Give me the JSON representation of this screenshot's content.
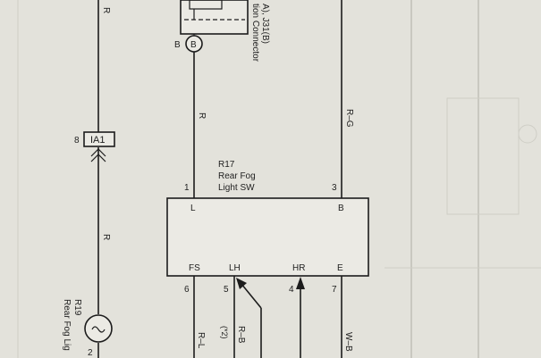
{
  "top_connector": {
    "rotated_text_line1": "A), J31(B)",
    "rotated_text_line2": "tion Connector",
    "pin_left": "B",
    "pin_circle": "B"
  },
  "left_wire": {
    "top_color": "R",
    "bottom_color": "R"
  },
  "junction_ia1": {
    "pin": "8",
    "label": "IA1"
  },
  "switch": {
    "id": "R17",
    "name_line1": "Rear Fog",
    "name_line2": "Light SW",
    "pin_top_left": "1",
    "pin_top_right": "3",
    "terminal_top_left": "L",
    "terminal_top_right": "B",
    "terminals_bottom": [
      "FS",
      "LH",
      "HR",
      "E"
    ],
    "pins_bottom": [
      "6",
      "5",
      "4",
      "7"
    ]
  },
  "wire_colors": {
    "upper_left": "R",
    "upper_right": "R–G",
    "bottom_fs": "R–L",
    "bottom_lh": "R–B",
    "bottom_lh_note": "(*2)",
    "bottom_e": "W–B"
  },
  "fog_light": {
    "id": "R19",
    "name": "Rear Fog Lig",
    "pin": "2"
  },
  "colors": {
    "ink": "#1c1c1c",
    "paper": "#e4e3dc"
  }
}
